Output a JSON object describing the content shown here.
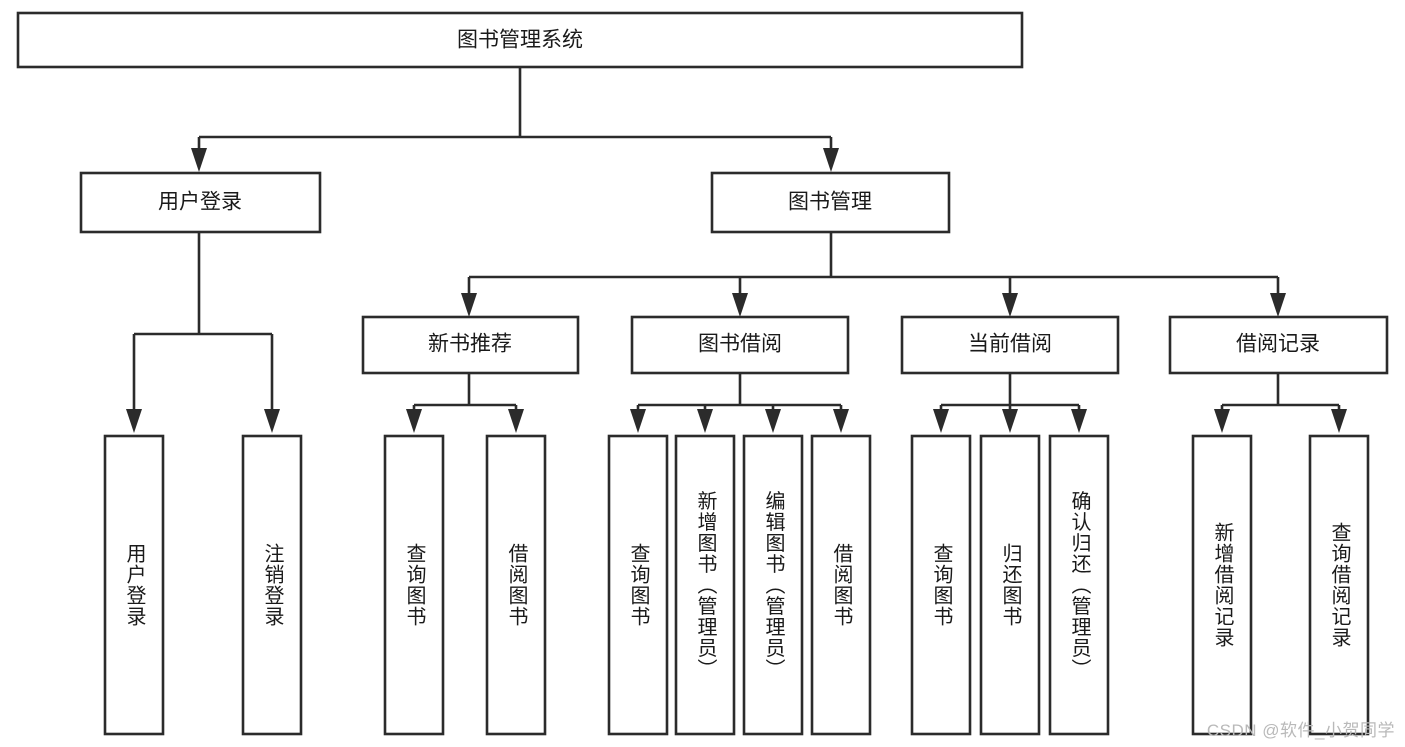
{
  "diagram": {
    "type": "tree-hierarchy-flowchart",
    "title": "图书管理系统",
    "root": {
      "id": "root",
      "label": "图书管理系统",
      "orientation": "horizontal"
    },
    "level2": [
      {
        "id": "user-login",
        "label": "用户登录",
        "orientation": "horizontal"
      },
      {
        "id": "book-manage",
        "label": "图书管理",
        "orientation": "horizontal"
      }
    ],
    "level3": [
      {
        "id": "new-book-rec",
        "label": "新书推荐",
        "orientation": "horizontal",
        "parent": "book-manage"
      },
      {
        "id": "book-borrow",
        "label": "图书借阅",
        "orientation": "horizontal",
        "parent": "book-manage"
      },
      {
        "id": "current-borrow",
        "label": "当前借阅",
        "orientation": "horizontal",
        "parent": "book-manage"
      },
      {
        "id": "borrow-record",
        "label": "借阅记录",
        "orientation": "horizontal",
        "parent": "book-manage"
      }
    ],
    "leaves": {
      "user-login": [
        {
          "id": "leaf-user-login",
          "label": "用户登录",
          "orientation": "vertical"
        },
        {
          "id": "leaf-logout",
          "label": "注销登录",
          "orientation": "vertical"
        }
      ],
      "new-book-rec": [
        {
          "id": "leaf-query-book-1",
          "label": "查询图书",
          "orientation": "vertical"
        },
        {
          "id": "leaf-borrow-book-1",
          "label": "借阅图书",
          "orientation": "vertical"
        }
      ],
      "book-borrow": [
        {
          "id": "leaf-query-book-2",
          "label": "查询图书",
          "orientation": "vertical"
        },
        {
          "id": "leaf-add-book",
          "label": "新增图书（管理员）",
          "orientation": "vertical"
        },
        {
          "id": "leaf-edit-book",
          "label": "编辑图书（管理员）",
          "orientation": "vertical"
        },
        {
          "id": "leaf-borrow-book-2",
          "label": "借阅图书",
          "orientation": "vertical"
        }
      ],
      "current-borrow": [
        {
          "id": "leaf-query-book-3",
          "label": "查询图书",
          "orientation": "vertical"
        },
        {
          "id": "leaf-return-book",
          "label": "归还图书",
          "orientation": "vertical"
        },
        {
          "id": "leaf-confirm-return",
          "label": "确认归还（管理员）",
          "orientation": "vertical"
        }
      ],
      "borrow-record": [
        {
          "id": "leaf-add-record",
          "label": "新增借阅记录",
          "orientation": "vertical"
        },
        {
          "id": "leaf-query-record",
          "label": "查询借阅记录",
          "orientation": "vertical"
        }
      ]
    },
    "colors": {
      "background": "#ffffff",
      "node_fill": "#ffffff",
      "node_stroke": "#2b2b2b",
      "text": "#1a1a1a",
      "watermark": "#b9b9b9"
    }
  },
  "watermark": {
    "text": "CSDN @软件_小贺同学"
  }
}
